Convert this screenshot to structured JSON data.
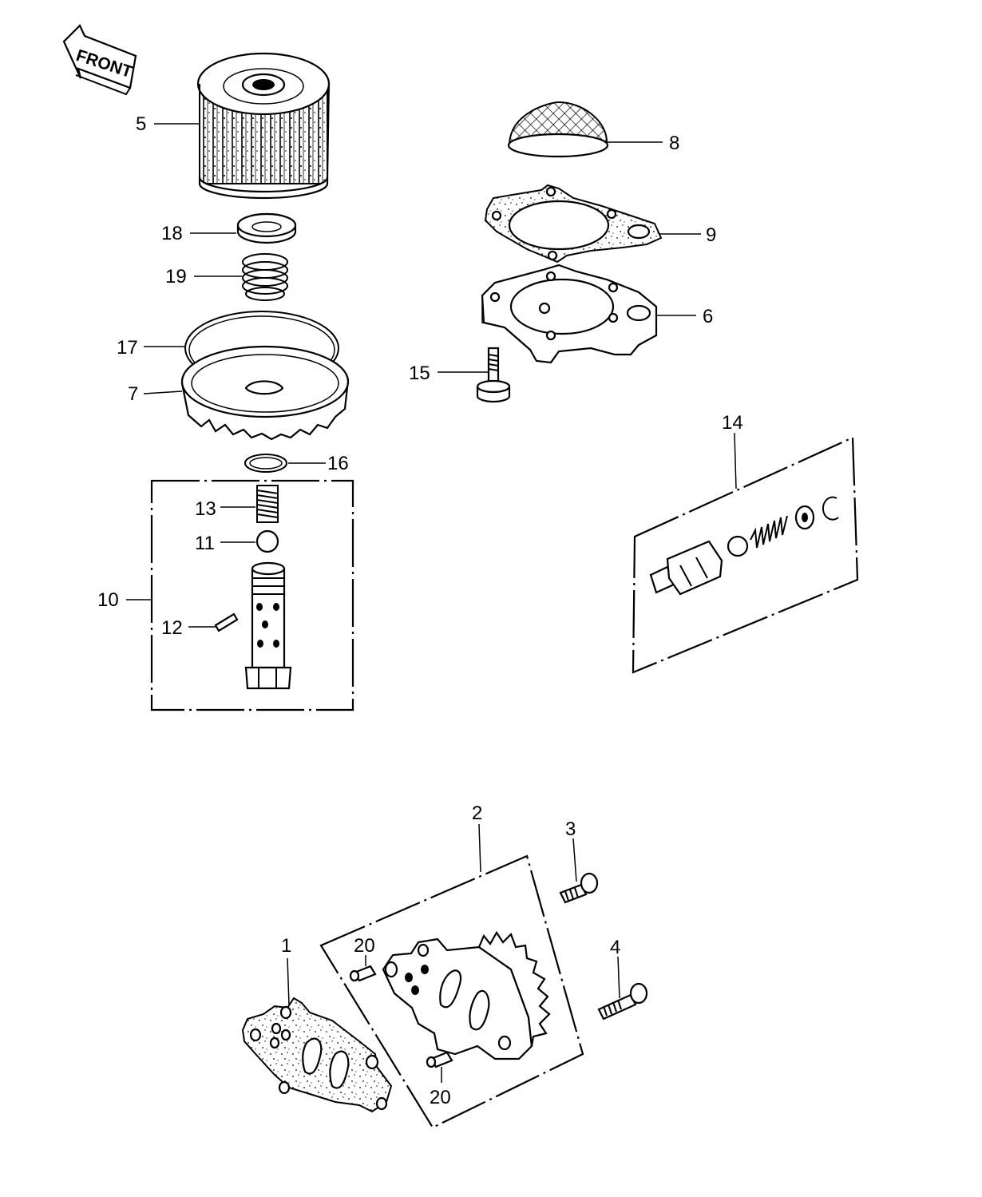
{
  "front_arrow": {
    "label": "FRONT"
  },
  "callouts": {
    "c1": "1",
    "c2": "2",
    "c3": "3",
    "c4": "4",
    "c5": "5",
    "c6": "6",
    "c7": "7",
    "c8": "8",
    "c9": "9",
    "c10": "10",
    "c11": "11",
    "c12": "12",
    "c13": "13",
    "c14": "14",
    "c15": "15",
    "c16": "16",
    "c17": "17",
    "c18": "18",
    "c19": "19",
    "c20a": "20",
    "c20b": "20"
  }
}
